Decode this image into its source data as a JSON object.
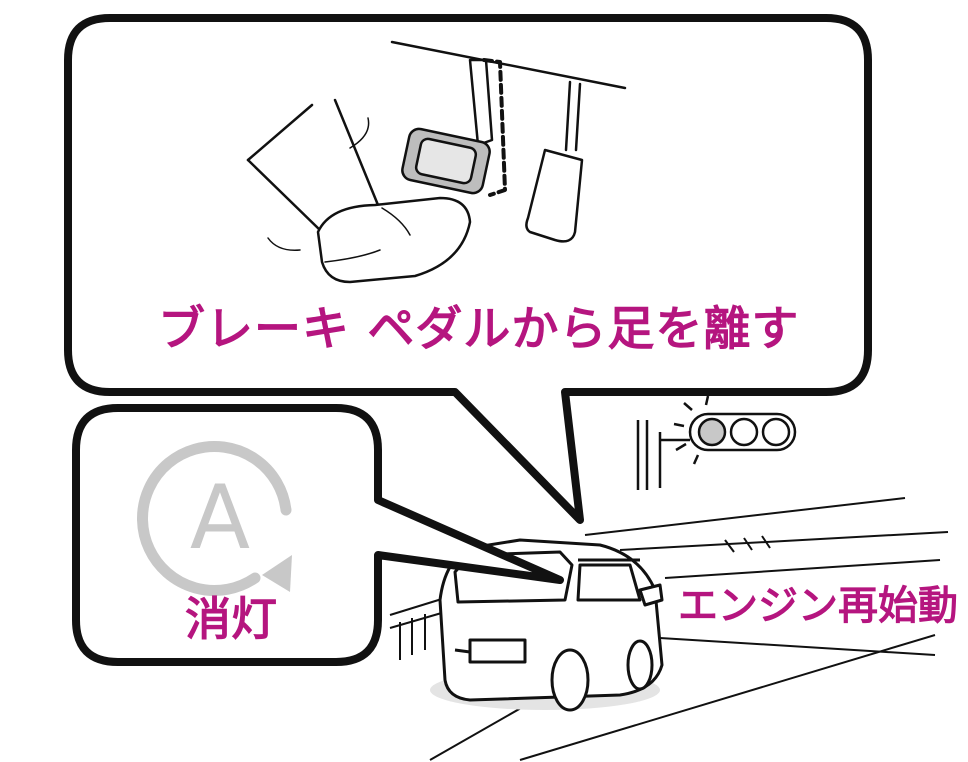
{
  "labels": {
    "brake_release": "ブレーキ ペダルから足を離す",
    "indicator_off": "消灯",
    "engine_restart": "エンジン再始動"
  },
  "icons": {
    "auto_stop_indicator": "a-circle-arrow-icon",
    "traffic_light": "traffic-light-icon"
  },
  "colors": {
    "label": "#b5157f",
    "indicator_gray": "#c8c8c8",
    "outline": "#111111"
  }
}
